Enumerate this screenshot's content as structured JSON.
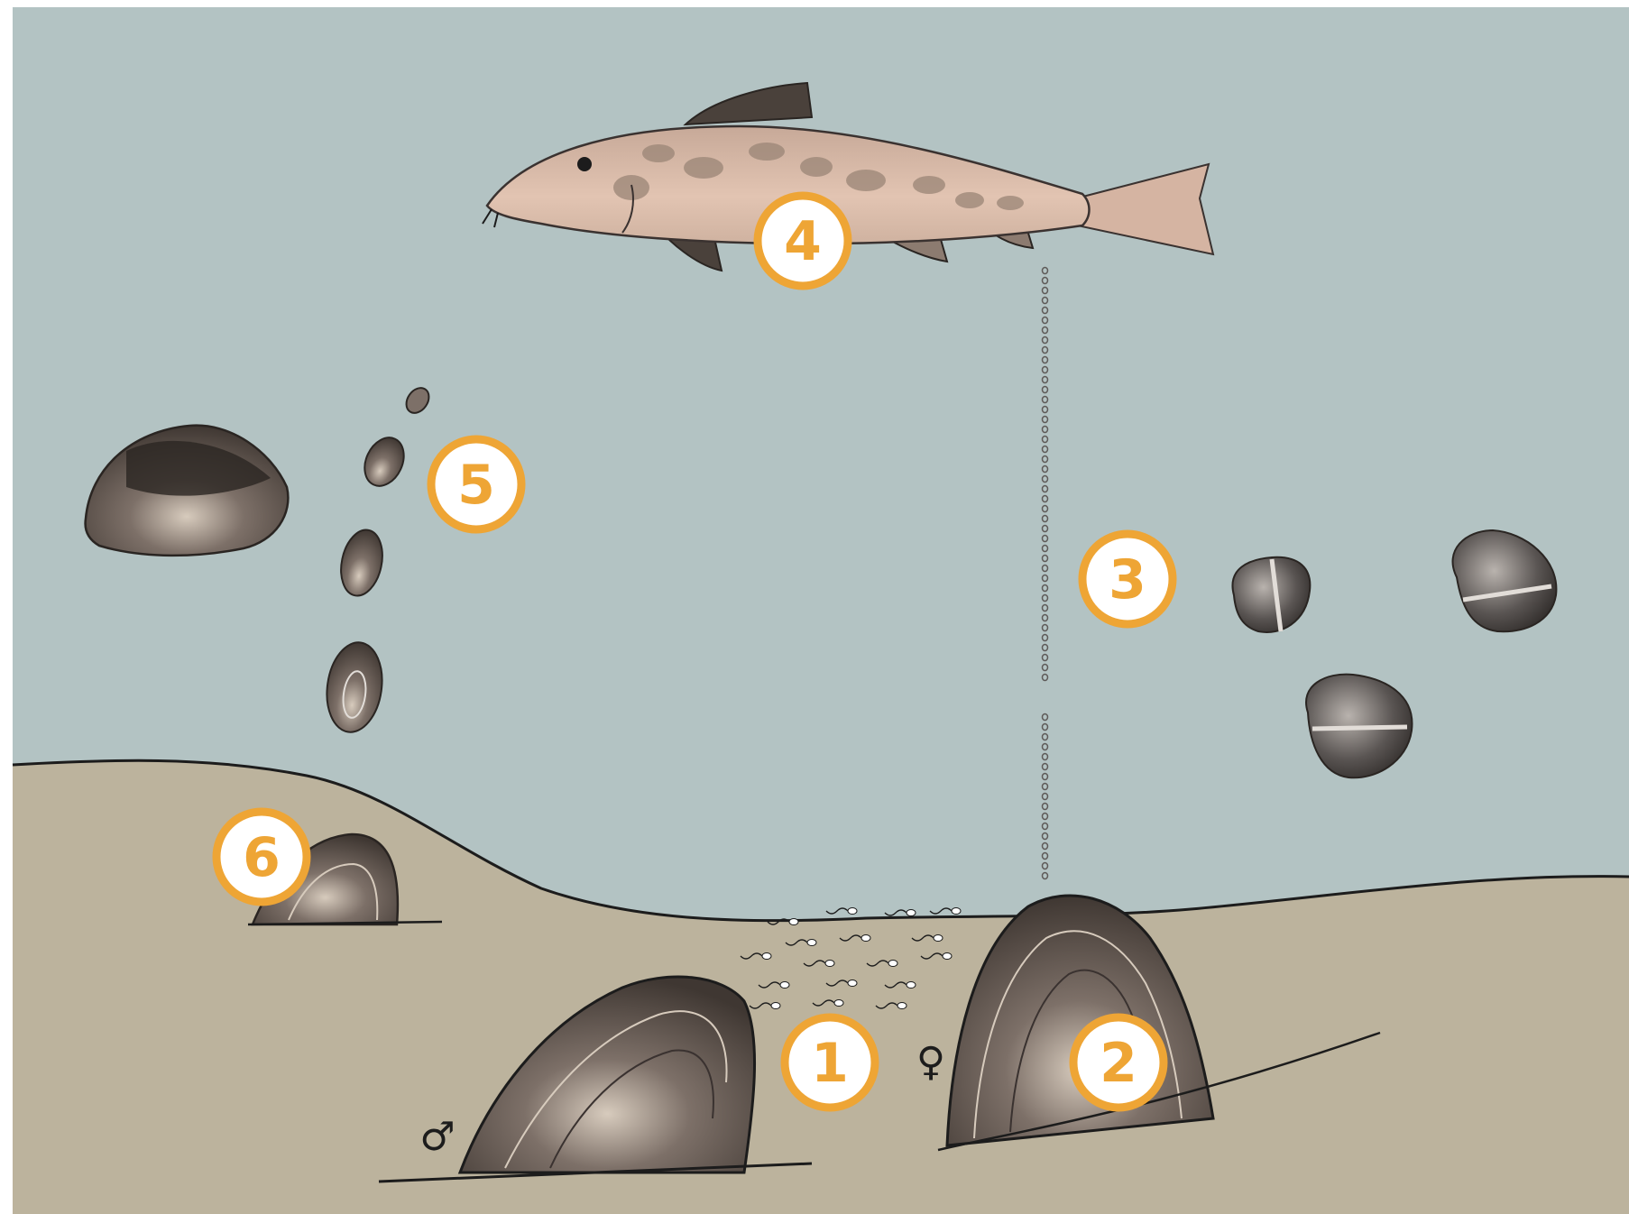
{
  "colors": {
    "water": "#b3c3c3",
    "sediment": "#bcb39d",
    "badge_fill": "#ffffff",
    "badge_ring": "#eea535",
    "badge_text": "#eea535",
    "ink": "#1c1c1c",
    "fish_body": "#d9b8a6",
    "fish_spots": "#9a8576",
    "mussel_dark": "#4a413b",
    "mussel_mid": "#7b6f66",
    "mussel_light": "#c9bcae",
    "glochidia": "#5e5a58"
  },
  "stages": [
    {
      "number": "1",
      "name": "sperm-release-stage"
    },
    {
      "number": "2",
      "name": "female-mussel-stage"
    },
    {
      "number": "3",
      "name": "glochidia-larvae-stage"
    },
    {
      "number": "4",
      "name": "host-fish-stage"
    },
    {
      "number": "5",
      "name": "juvenile-growth-stage"
    },
    {
      "number": "6",
      "name": "settled-juvenile-stage"
    }
  ],
  "symbols": {
    "male": "♂",
    "female": "♀"
  },
  "icons": {
    "fish": "fish-icon",
    "mussel": "mussel-icon",
    "larva": "glochidium-icon",
    "sperm": "sperm-icon"
  }
}
